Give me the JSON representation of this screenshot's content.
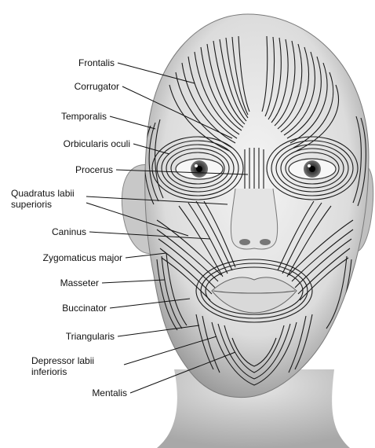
{
  "labels": {
    "frontalis": "Frontalis",
    "corrugator": "Corrugator",
    "temporalis": "Temporalis",
    "orbicularis_oculi": "Orbicularis oculi",
    "procerus": "Procerus",
    "quadratus_line1": "Quadratus labii",
    "quadratus_line2": "superioris",
    "caninus": "Caninus",
    "zygomaticus_major": "Zygomaticus major",
    "masseter": "Masseter",
    "buccinator": "Buccinator",
    "triangularis": "Triangularis",
    "depressor_line1": "Depressor labii",
    "depressor_line2": "inferioris",
    "mentalis": "Mentalis"
  },
  "colors": {
    "skin_light": "#f2f2f2",
    "skin_mid": "#d6d6d6",
    "skin_dark": "#8a8a8a",
    "muscle_line": "#1a1a1a",
    "leader_line": "#111111"
  }
}
